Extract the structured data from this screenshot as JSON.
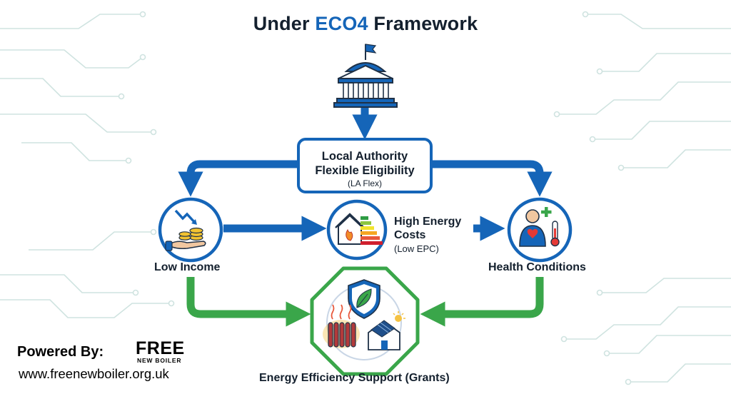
{
  "title": {
    "prefix": "Under ",
    "accent": "ECO4",
    "suffix": " Framework"
  },
  "la_box": {
    "line1": "Local Authority",
    "line2": "Flexible Eligibility",
    "line3": "(LA Flex)"
  },
  "nodes": {
    "low_income": "Low Income",
    "high_energy_line1": "High Energy",
    "high_energy_line2": "Costs",
    "high_energy_sub": "(Low EPC)",
    "health": "Health Conditions",
    "grants": "Energy Efficiency Support (Grants)"
  },
  "footer": {
    "powered_by": "Powered By:",
    "brand_main": "FREE",
    "brand_sub": "NEW BOILER",
    "url": "www.freenewboiler.org.uk"
  },
  "colors": {
    "blue": "#1565b8",
    "green": "#3aa64a",
    "dark": "#14202e",
    "circuit": "#cfe3e0"
  },
  "icons": {
    "government": "government-building-icon",
    "income": "falling-money-hand-icon",
    "energy": "house-epc-rating-icon",
    "health": "person-health-thermometer-icon",
    "grants": "shield-leaf-radiator-solar-house-icon"
  }
}
